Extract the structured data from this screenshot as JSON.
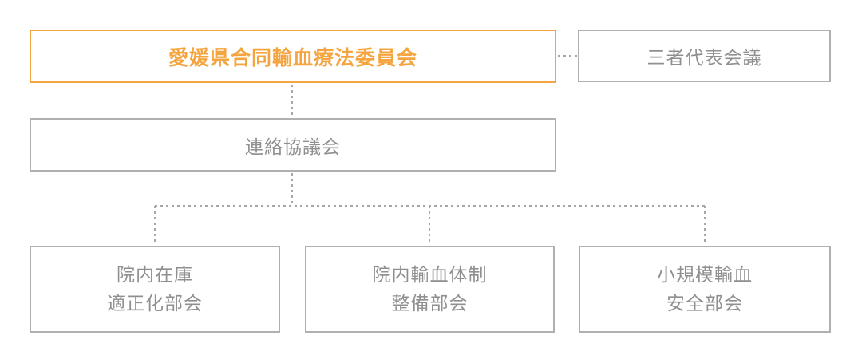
{
  "diagram": {
    "title_meaning": "organization-chart",
    "nodes": {
      "committee": {
        "label": "愛媛県合同輸血療法委員会"
      },
      "tripartite": {
        "label": "三者代表会議"
      },
      "liaison": {
        "label": "連絡協議会"
      },
      "inventory": {
        "lines": [
          "院内在庫",
          "適正化部会"
        ]
      },
      "system": {
        "lines": [
          "院内輸血体制",
          "整備部会"
        ]
      },
      "smallscale": {
        "lines": [
          "小規模輸血",
          "安全部会"
        ]
      }
    },
    "edges": [
      {
        "from": "committee",
        "to": "tripartite",
        "style": "dotted"
      },
      {
        "from": "committee",
        "to": "liaison",
        "style": "dotted"
      },
      {
        "from": "liaison",
        "to": "inventory",
        "style": "dotted"
      },
      {
        "from": "liaison",
        "to": "system",
        "style": "dotted"
      },
      {
        "from": "liaison",
        "to": "smallscale",
        "style": "dotted"
      }
    ],
    "colors": {
      "accent_orange": "#f5a53f",
      "box_border_gray": "#b0b0b0",
      "text_gray": "#8f8f8f",
      "connector_gray": "#a6a6a6",
      "background": "#ffffff"
    }
  }
}
